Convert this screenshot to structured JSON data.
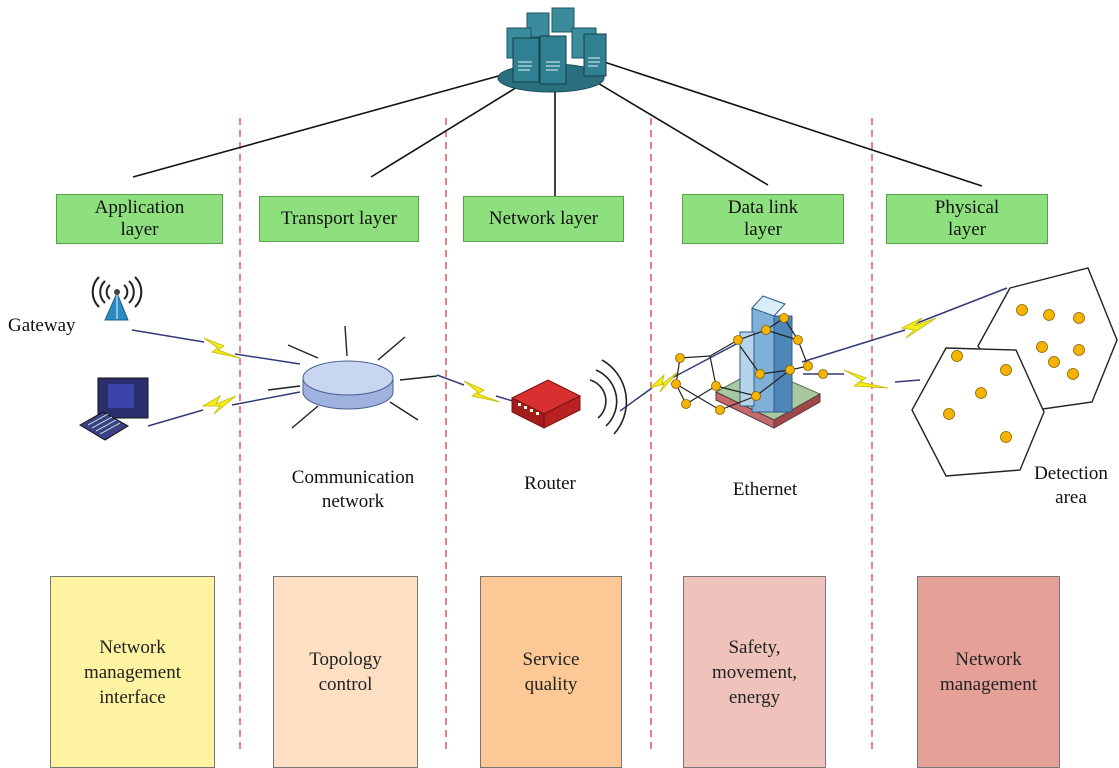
{
  "layers": [
    {
      "id": "application",
      "label": "Application\nlayer"
    },
    {
      "id": "transport",
      "label": "Transport layer"
    },
    {
      "id": "network",
      "label": "Network layer"
    },
    {
      "id": "datalink",
      "label": "Data link\nlayer"
    },
    {
      "id": "physical",
      "label": "Physical\nlayer"
    }
  ],
  "devices": {
    "gateway": "Gateway",
    "communication_network": "Communication\nnetwork",
    "router": "Router",
    "ethernet": "Ethernet",
    "detection_area": "Detection\narea"
  },
  "functions": [
    {
      "label": "Network\nmanagement\ninterface",
      "color": "#fdf3a1"
    },
    {
      "label": "Topology\ncontrol",
      "color": "#fde0c4"
    },
    {
      "label": "Service\nquality",
      "color": "#fcc996"
    },
    {
      "label": "Safety,\nmovement,\nenergy",
      "color": "#efc3bb"
    },
    {
      "label": "Network\nmanagement",
      "color": "#e5a098"
    }
  ],
  "colors": {
    "divider": "#e33b3b",
    "lightning": "#f2ee1d",
    "server": "#2d7e8e",
    "node": "#f4b400",
    "router": "#c81e1e"
  }
}
